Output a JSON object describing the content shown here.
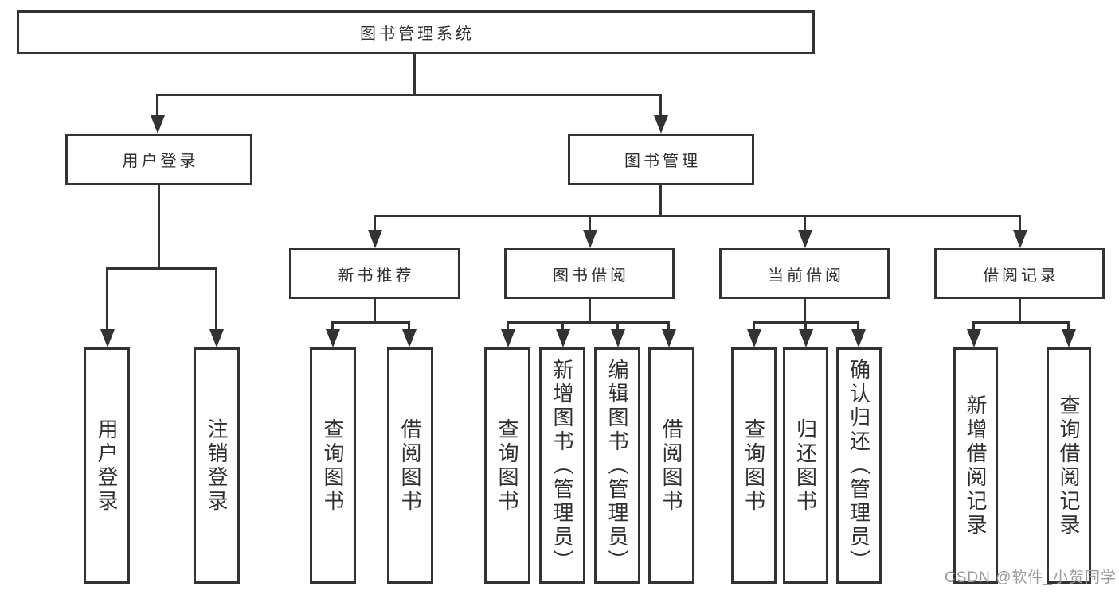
{
  "diagram": {
    "root": {
      "label": "图书管理系统"
    },
    "level2": [
      {
        "id": "user-login",
        "label": "用户登录"
      },
      {
        "id": "book-management",
        "label": "图书管理"
      }
    ],
    "level3": [
      {
        "id": "new-book-recommend",
        "parent": "图书管理",
        "label": "新书推荐"
      },
      {
        "id": "book-borrow",
        "parent": "图书管理",
        "label": "图书借阅"
      },
      {
        "id": "current-borrow",
        "parent": "图书管理",
        "label": "当前借阅"
      },
      {
        "id": "borrow-records",
        "parent": "图书管理",
        "label": "借阅记录"
      }
    ],
    "leaves": [
      {
        "parent": "用户登录",
        "label": "用户登录"
      },
      {
        "parent": "用户登录",
        "label": "注销登录"
      },
      {
        "parent": "新书推荐",
        "label": "查询图书"
      },
      {
        "parent": "新书推荐",
        "label": "借阅图书"
      },
      {
        "parent": "图书借阅",
        "label": "查询图书"
      },
      {
        "parent": "图书借阅",
        "label": "新增图书（管理员）"
      },
      {
        "parent": "图书借阅",
        "label": "编辑图书（管理员）"
      },
      {
        "parent": "图书借阅",
        "label": "借阅图书"
      },
      {
        "parent": "当前借阅",
        "label": "查询图书"
      },
      {
        "parent": "当前借阅",
        "label": "归还图书"
      },
      {
        "parent": "当前借阅",
        "label": "确认归还（管理员）"
      },
      {
        "parent": "借阅记录",
        "label": "新增借阅记录"
      },
      {
        "parent": "借阅记录",
        "label": "查询借阅记录"
      }
    ]
  },
  "watermark": {
    "text": "CSDN @软件_小贺同学",
    "color": "#9a9a9a"
  },
  "colors": {
    "background": "#ffffff",
    "line": "#333333",
    "box_border": "#333333",
    "text": "#2f2f2f"
  }
}
